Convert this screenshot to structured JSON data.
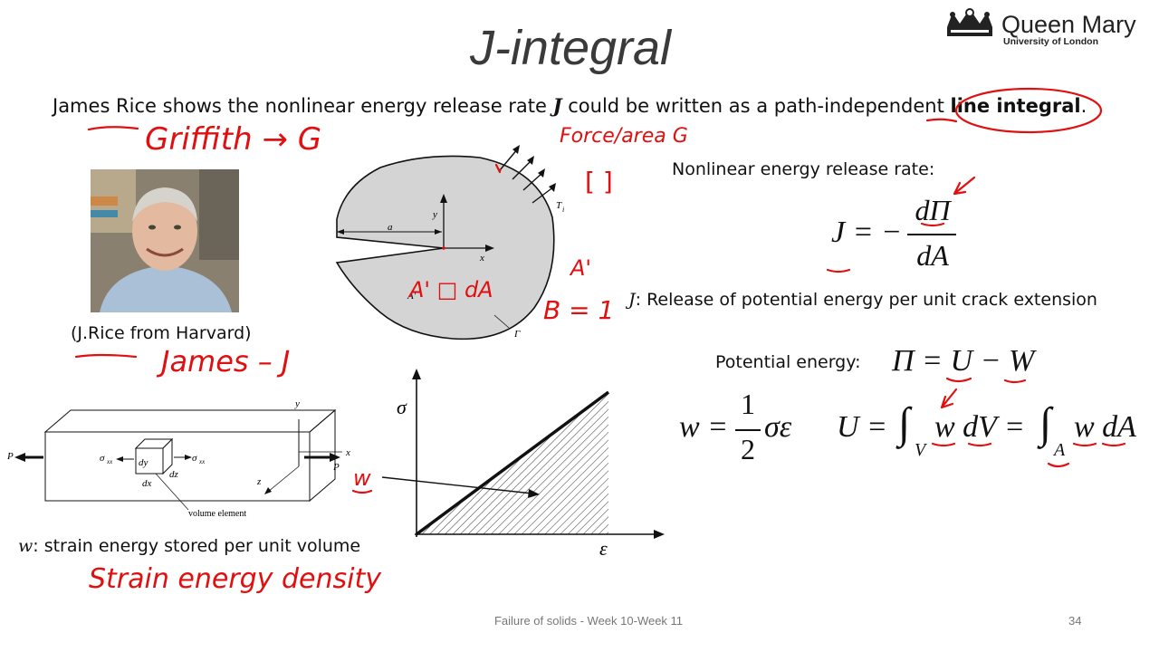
{
  "slide": {
    "title": "J-integral",
    "intro_before": "James Rice shows the nonlinear energy release rate ",
    "intro_symbol": "J",
    "intro_after": " could be written as a path-independent ",
    "intro_bold": "line integral",
    "intro_end": ".",
    "photo_caption": "(J.Rice from Harvard)",
    "nonlinear_label": "Nonlinear energy release rate:",
    "release_symbol": "J",
    "release_text": ": Release of potential energy per unit crack extension",
    "potential_label": "Potential energy:",
    "strain_symbol": "w",
    "strain_text": ": strain energy stored per unit volume",
    "footer": "Failure of solids - Week 10-Week 11",
    "page_number": "34"
  },
  "logo": {
    "name": "Queen Mary",
    "sub": "University of London",
    "icon": "crown-icon"
  },
  "equations": {
    "j_lhs": "J = −",
    "j_num": "dΠ",
    "j_den": "dA",
    "pi_eq": "Π = U − W",
    "w_lhs": "w =",
    "w_num": "1",
    "w_den": "2",
    "w_rhs": "σε",
    "u_lhs": "U =",
    "u_int1": "∫",
    "u_sub1": "V",
    "u_mid": "w dV =",
    "u_int2": "∫",
    "u_sub2": "A",
    "u_end": "w dA"
  },
  "crack_figure": {
    "label_a": "a",
    "label_y": "y",
    "label_x": "x",
    "label_T": "T",
    "label_T_sub": "i",
    "label_A": "A'",
    "label_Gamma": "Γ"
  },
  "bar_figure": {
    "label_P_left": "P",
    "label_P_right": "P",
    "label_sxx_left": "σ",
    "label_sxx_right": "σ",
    "label_sxx_sub": "xx",
    "label_dy": "dy",
    "label_dz": "dz",
    "label_dx": "dx",
    "label_y": "y",
    "label_x": "x",
    "label_z": "z",
    "volume_label": "volume element"
  },
  "stress_strain": {
    "y_label": "σ",
    "x_label": "ε"
  },
  "annotations": {
    "griffith": "Griffith → G",
    "force_area": "Force/area  G",
    "bracket": "[  ]",
    "a_prime": "A'",
    "b_eq": "B = 1",
    "da_box": "A' □ dA",
    "james_j": "James – J",
    "w_mark": "w",
    "strain_density": "Strain energy density",
    "color": "#e01010"
  }
}
